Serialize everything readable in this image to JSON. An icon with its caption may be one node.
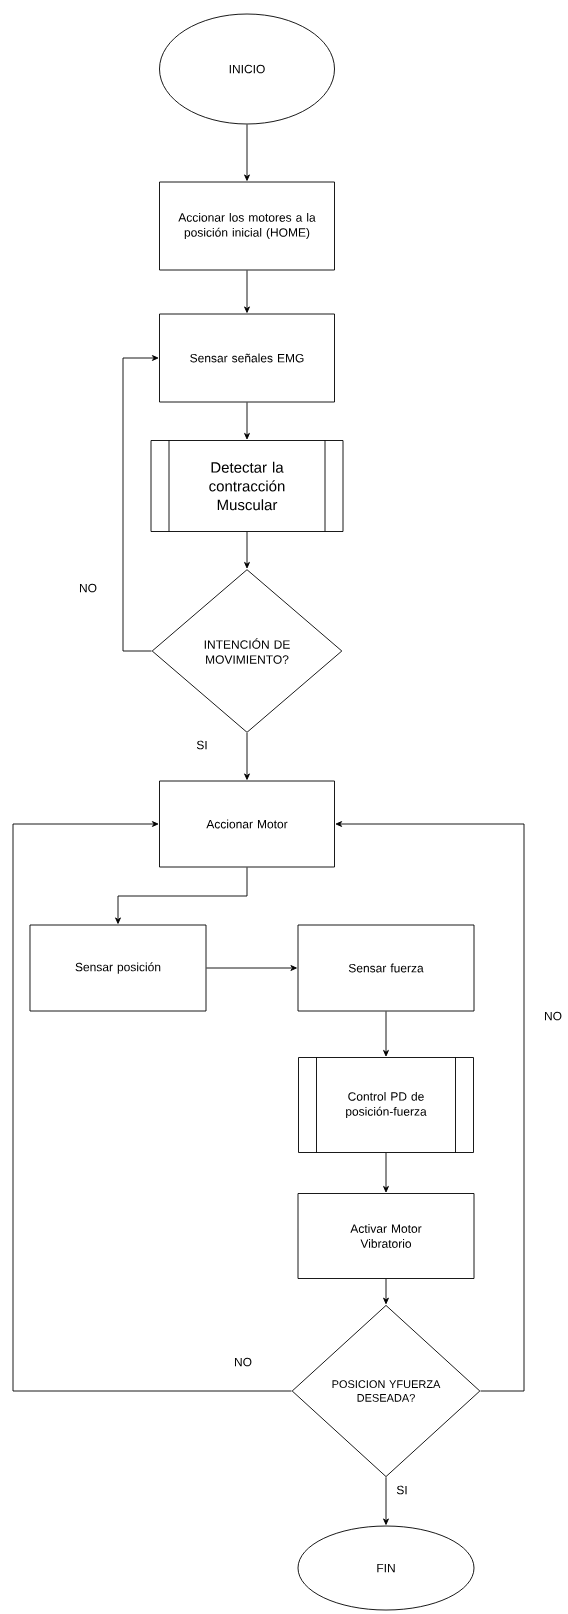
{
  "diagram": {
    "nodes": [
      {
        "text": [
          "INICIO"
        ]
      },
      {
        "text": [
          "Accionar los motores a la posición inicial (HOME)"
        ]
      },
      {
        "text": [
          "Sensar señales EMG"
        ]
      },
      {
        "text": [
          "Detectar la contracción Muscular"
        ]
      },
      {
        "text": [
          "INTENCIÓN DE MOVIMIENTO?"
        ]
      },
      {
        "text": [
          "Accionar Motor"
        ]
      },
      {
        "text": [
          "Sensar posición"
        ]
      },
      {
        "text": [
          "Sensar fuerza"
        ]
      },
      {
        "text": [
          "Control PD de posición-fuerza"
        ]
      },
      {
        "text": [
          "Activar Motor Vibratorio"
        ]
      },
      {
        "text": [
          "POSICION YFUERZA DESEADA?"
        ]
      },
      {
        "text": [
          "FIN"
        ]
      }
    ],
    "edges": [
      {
        "from": 0,
        "to": 1,
        "arrow": "to"
      },
      {
        "from": 1,
        "to": 2,
        "arrow": "to"
      },
      {
        "from": 2,
        "to": 3,
        "arrow": "to"
      },
      {
        "from": 3,
        "to": 4,
        "arrow": "to"
      },
      {
        "from": 4,
        "to": 2,
        "arrow": "to",
        "label": "NO"
      },
      {
        "from": 4,
        "to": 5,
        "arrow": "to",
        "label": "SI"
      },
      {
        "from": 5,
        "to": 6,
        "arrow": "to"
      },
      {
        "from": 6,
        "to": 7,
        "arrow": "to"
      },
      {
        "from": 7,
        "to": 8,
        "arrow": "to"
      },
      {
        "from": 8,
        "to": 9,
        "arrow": "to"
      },
      {
        "from": 9,
        "to": 10,
        "arrow": "to"
      },
      {
        "from": 10,
        "to": 5,
        "arrow": "to",
        "label": "NO"
      },
      {
        "from": 10,
        "to": 5,
        "arrow": "to",
        "label": "NO"
      },
      {
        "from": 10,
        "to": 11,
        "arrow": "to",
        "label": "SI"
      }
    ]
  }
}
